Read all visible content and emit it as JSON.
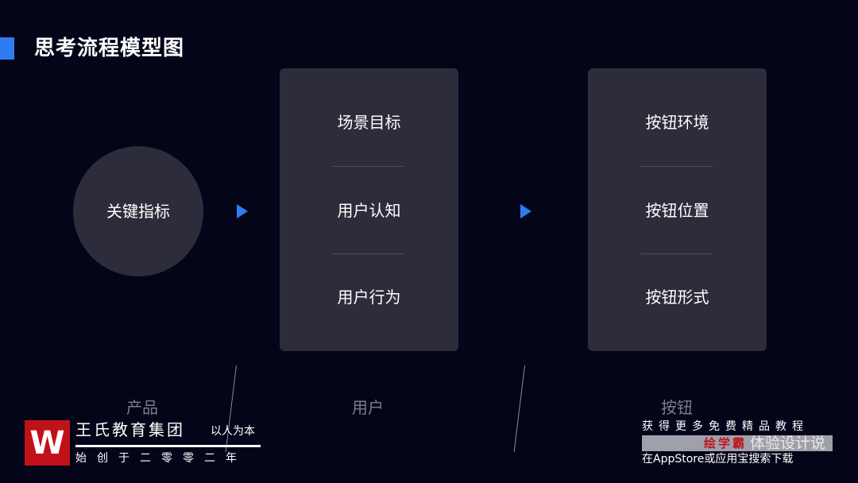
{
  "title": "思考流程模型图",
  "center_node": "关键指标",
  "cards": [
    {
      "items": [
        "场景目标",
        "用户认知",
        "用户行为"
      ]
    },
    {
      "items": [
        "按钮环境",
        "按钮位置",
        "按钮形式"
      ]
    }
  ],
  "labels": [
    "产品",
    "用户",
    "按钮"
  ],
  "watermark_left": {
    "logo": "W",
    "name": "王氏教育集团",
    "motto": "以人为本",
    "year": "始创于二零零二年"
  },
  "watermark_right": {
    "line1": "获得更多免费精品教程",
    "brand_red": "绘学霸",
    "brand_gray": "体验设计说",
    "line2": "在AppStore或应用宝搜索下载"
  },
  "colors": {
    "accent": "#2f7bf0",
    "card": "#2c2c3b",
    "background": "#05051a"
  }
}
